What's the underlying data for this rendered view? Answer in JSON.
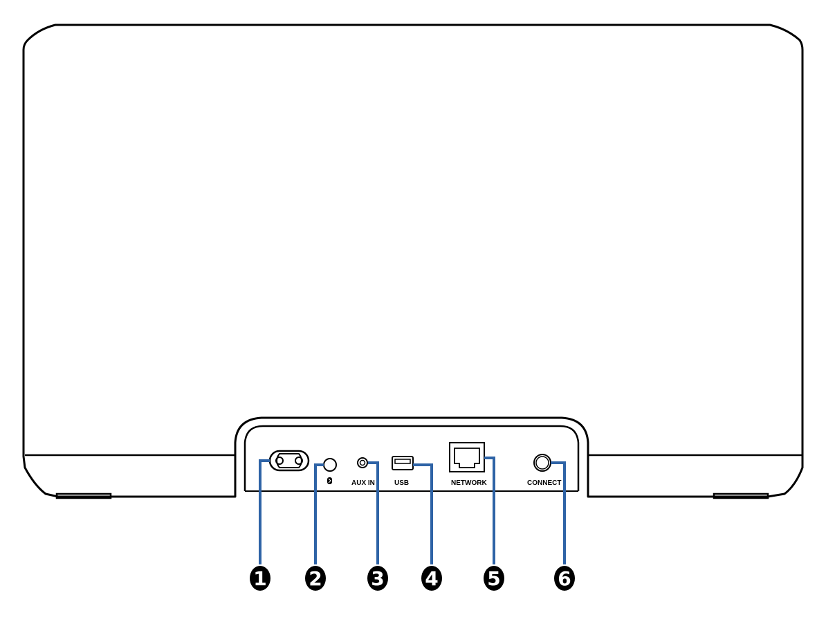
{
  "ports": [
    {
      "id": "power",
      "icon": "ac-power-inlet-icon",
      "label": ""
    },
    {
      "id": "bluetooth",
      "icon": "bluetooth-icon",
      "label": "ʙ"
    },
    {
      "id": "aux-in",
      "icon": "audio-jack-icon",
      "label": "AUX IN"
    },
    {
      "id": "usb",
      "icon": "usb-port-icon",
      "label": "USB"
    },
    {
      "id": "network",
      "icon": "ethernet-port-icon",
      "label": "NETWORK"
    },
    {
      "id": "connect",
      "icon": "connect-button-icon",
      "label": "CONNECT"
    }
  ],
  "callouts": [
    "1",
    "2",
    "3",
    "4",
    "5",
    "6"
  ],
  "colors": {
    "leader_line": "#2e63a6",
    "outline": "#000000",
    "background": "#ffffff"
  }
}
